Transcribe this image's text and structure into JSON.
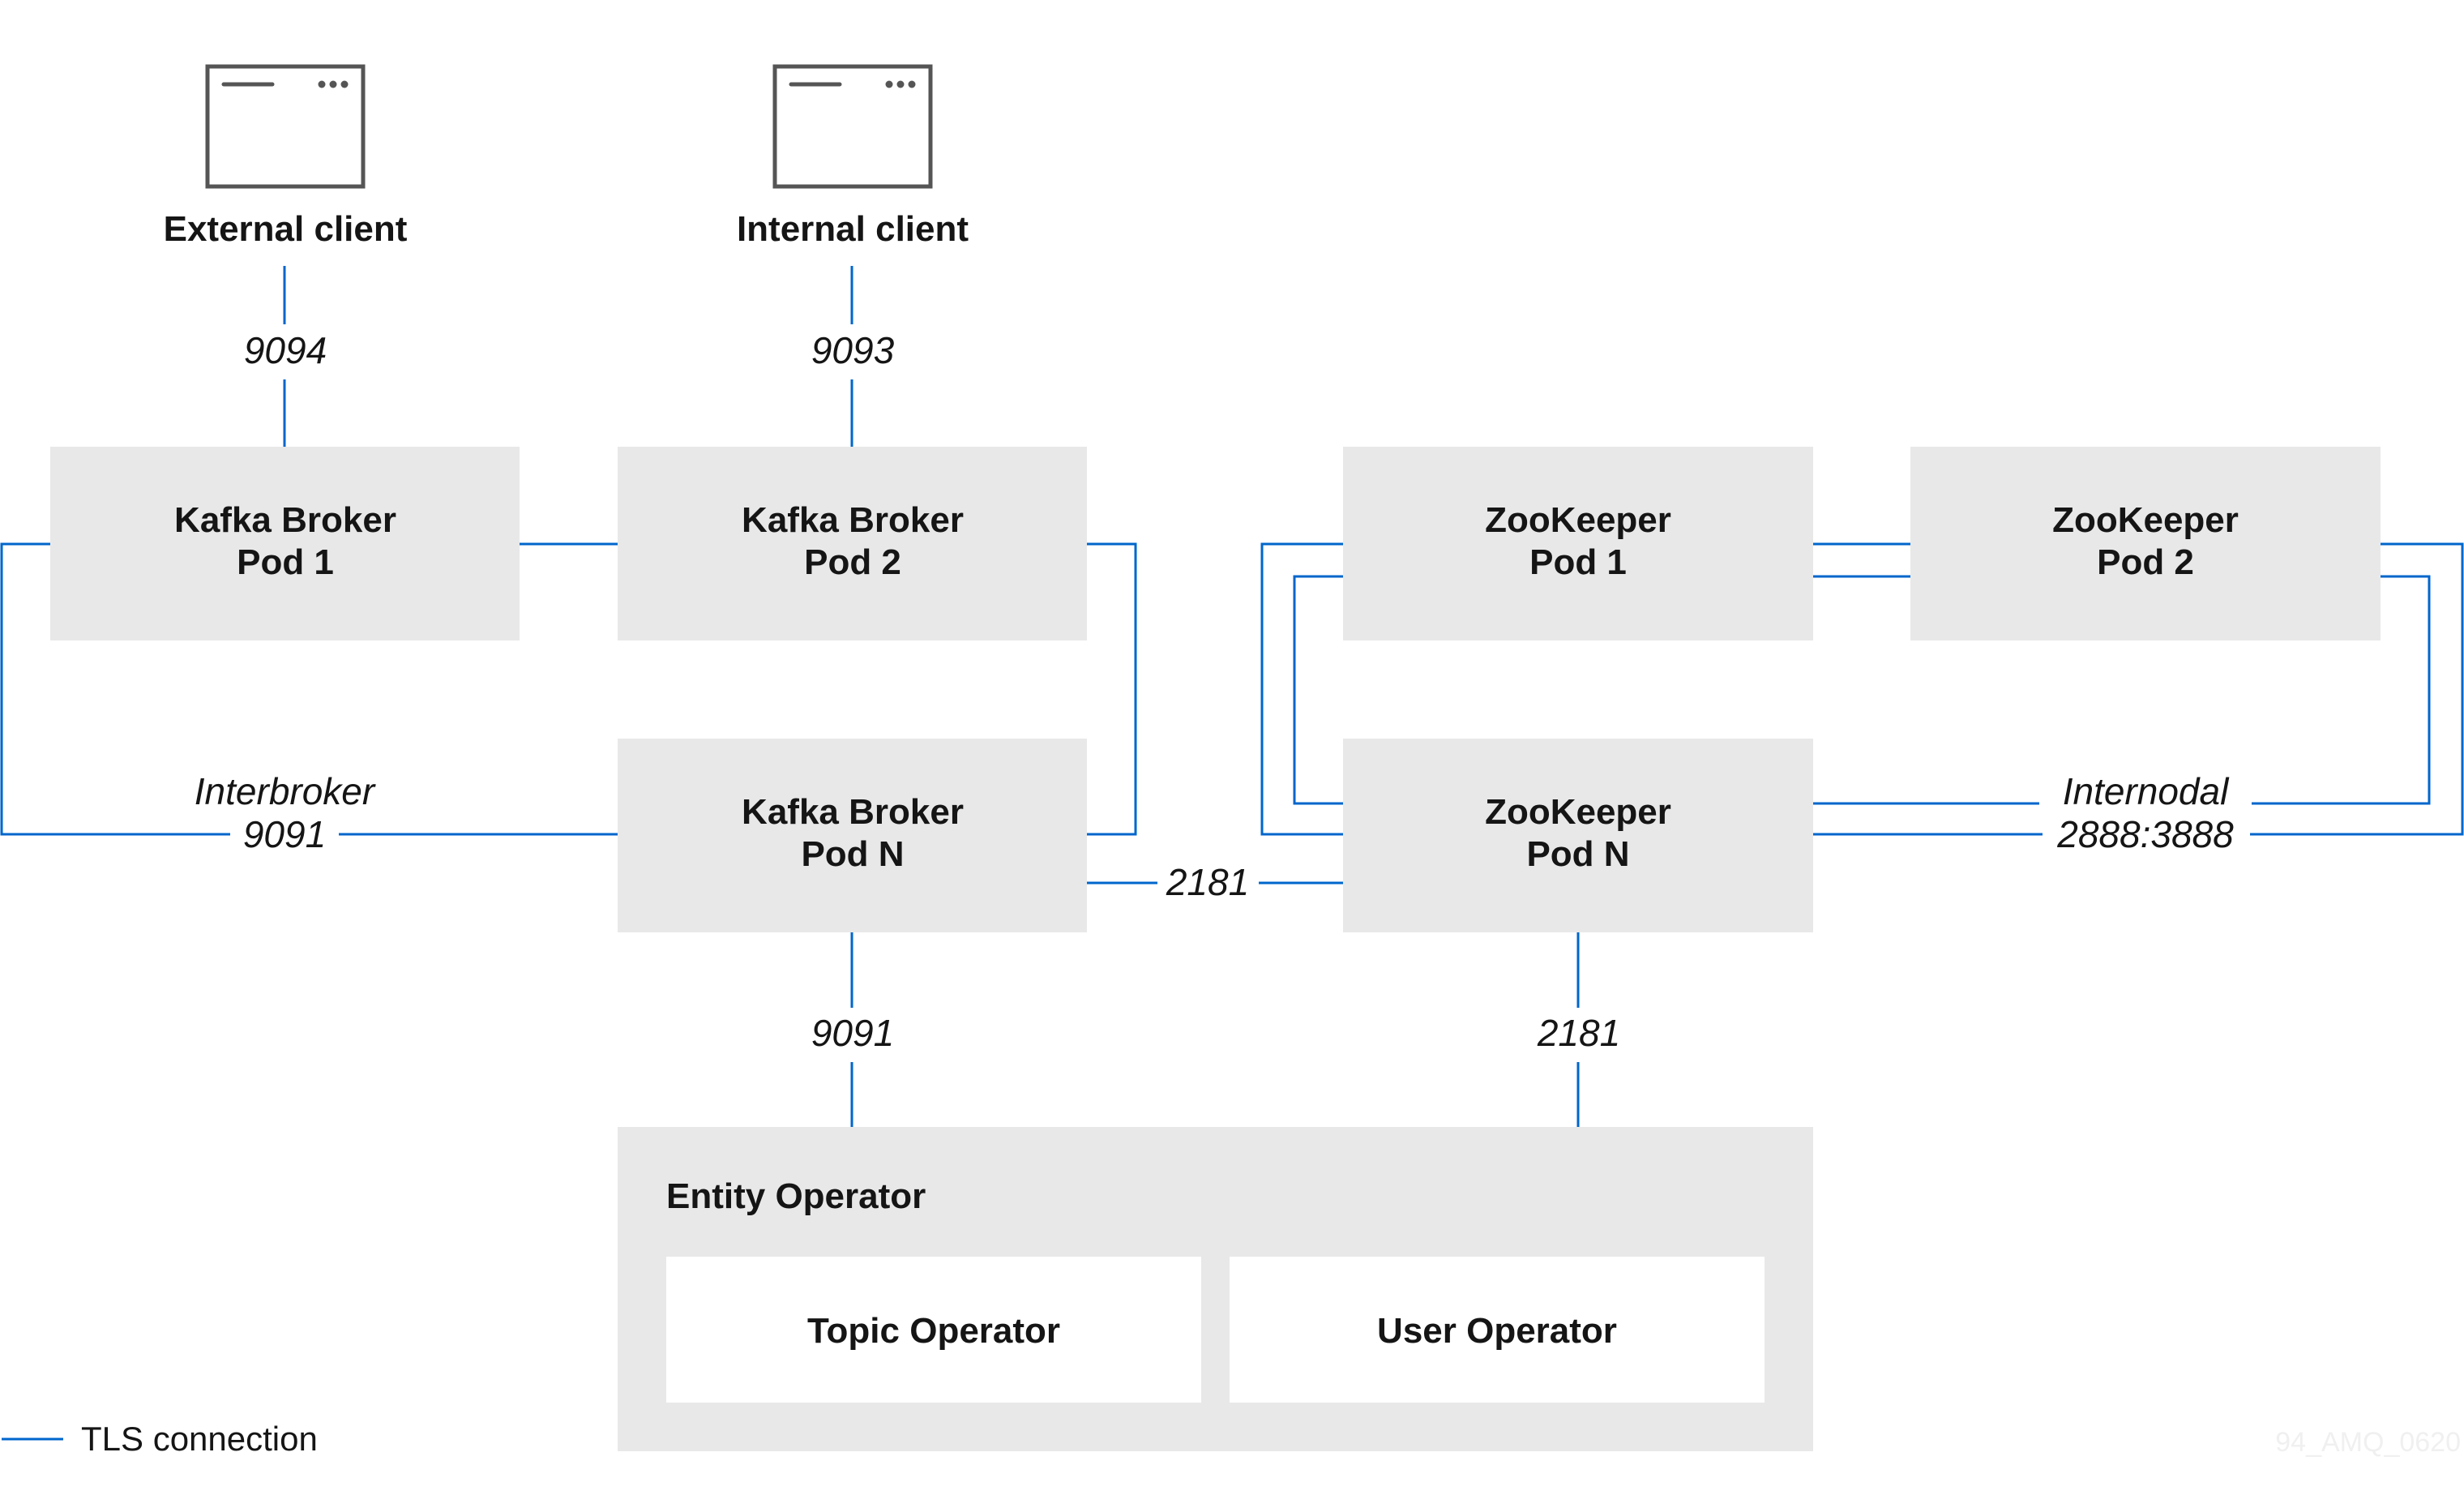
{
  "clients": {
    "external": "External client",
    "internal": "Internal client"
  },
  "ports": {
    "external": "9094",
    "internal": "9093",
    "interbroker_title": "Interbroker",
    "interbroker_port": "9091",
    "zookeeper_client": "2181",
    "operator_kafka": "9091",
    "operator_zookeeper": "2181",
    "internodal_title": "Internodal",
    "internodal_ports": "2888:3888"
  },
  "kafka": {
    "pod1": [
      "Kafka Broker",
      "Pod 1"
    ],
    "pod2": [
      "Kafka Broker",
      "Pod 2"
    ],
    "podN": [
      "Kafka Broker",
      "Pod N"
    ]
  },
  "zookeeper": {
    "pod1": [
      "ZooKeeper",
      "Pod 1"
    ],
    "pod2": [
      "ZooKeeper",
      "Pod 2"
    ],
    "podN": [
      "ZooKeeper",
      "Pod N"
    ]
  },
  "entity_operator": {
    "title": "Entity Operator",
    "topic_operator": "Topic Operator",
    "user_operator": "User Operator"
  },
  "legend": {
    "label": "TLS connection"
  },
  "figure_code": "94_AMQ_0620",
  "colors": {
    "connection": "#0066cc",
    "box": "#e8e8e8"
  }
}
